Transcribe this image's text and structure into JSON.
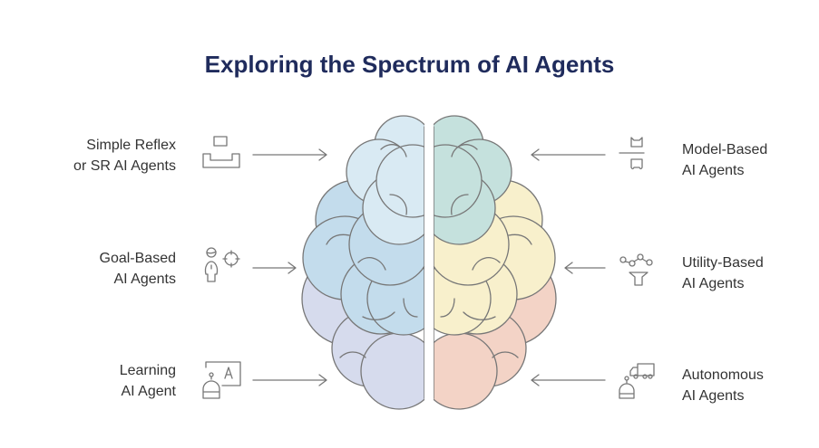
{
  "title": "Exploring the Spectrum of AI Agents",
  "agents_left": [
    {
      "line1": "Simple Reflex",
      "line2": "or SR AI Agents",
      "icon": "tray-box-icon"
    },
    {
      "line1": "Goal-Based",
      "line2": "AI Agents",
      "icon": "person-target-icon"
    },
    {
      "line1": "Learning",
      "line2": "AI Agent",
      "icon": "robot-board-icon"
    }
  ],
  "agents_right": [
    {
      "line1": "Model-Based",
      "line2": "AI Agents",
      "icon": "robot-heads-icon"
    },
    {
      "line1": "Utility-Based",
      "line2": "AI Agents",
      "icon": "graph-funnel-icon"
    },
    {
      "line1": "Autonomous",
      "line2": "AI Agents",
      "icon": "robot-truck-icon"
    }
  ],
  "colors": {
    "title": "#1f2b5c",
    "left_top": "#d9eaf3",
    "left_mid": "#c3dcec",
    "left_bottom": "#d6dbed",
    "right_top": "#c5e1dd",
    "right_mid": "#f8f0cc",
    "right_bottom": "#f3d3c6"
  }
}
